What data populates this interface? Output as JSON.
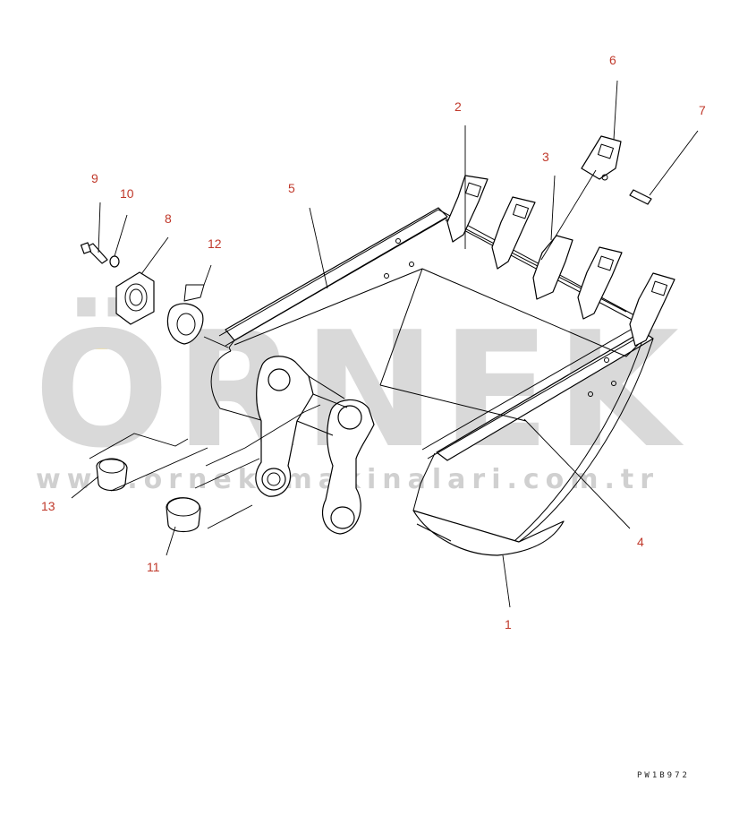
{
  "watermark": {
    "title": "ÖRNEK",
    "site": "www.orneksmakinalari.com.tr",
    "color": "#d9d9d9",
    "accent": "#f3e2a6"
  },
  "drawing_code": "PW1B972",
  "callout_color": "#c0392b",
  "callouts": [
    {
      "id": "c1",
      "label": "1"
    },
    {
      "id": "c2",
      "label": "2"
    },
    {
      "id": "c3",
      "label": "3"
    },
    {
      "id": "c4",
      "label": "4"
    },
    {
      "id": "c5",
      "label": "5"
    },
    {
      "id": "c6",
      "label": "6"
    },
    {
      "id": "c7",
      "label": "7"
    },
    {
      "id": "c8",
      "label": "8"
    },
    {
      "id": "c9",
      "label": "9"
    },
    {
      "id": "c10",
      "label": "10"
    },
    {
      "id": "c11",
      "label": "11"
    },
    {
      "id": "c12",
      "label": "12"
    },
    {
      "id": "c13",
      "label": "13"
    }
  ]
}
